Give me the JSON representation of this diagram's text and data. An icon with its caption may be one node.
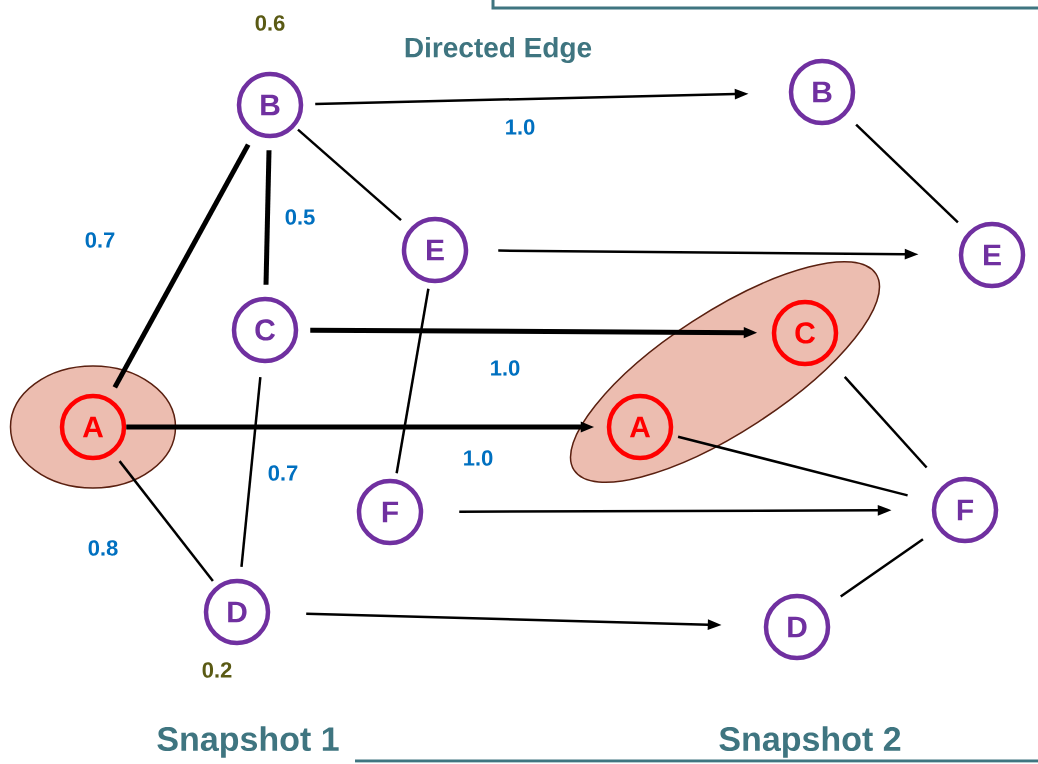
{
  "diagram": {
    "nodes": [
      {
        "text": [
          "B"
        ],
        "beside": [
          "0.6"
        ]
      },
      {
        "text": [
          "E"
        ]
      },
      {
        "text": [
          "C"
        ]
      },
      {
        "text": [],
        "shape": "ellipse"
      },
      {
        "text": [
          "A"
        ],
        "in": 3
      },
      {
        "text": [
          "F"
        ]
      },
      {
        "text": [
          "D"
        ],
        "beside": [
          "0.2"
        ]
      },
      {
        "text": [
          "B"
        ]
      },
      {
        "text": [
          "E"
        ]
      },
      {
        "text": [],
        "shape": "ellipse"
      },
      {
        "text": [
          "C"
        ],
        "in": 9
      },
      {
        "text": [
          "A"
        ],
        "in": 9
      },
      {
        "text": [
          "F"
        ]
      },
      {
        "text": [
          "D"
        ]
      }
    ],
    "edges": [
      {
        "from": 4,
        "to": 0,
        "arrow": "none",
        "label": "0.7",
        "style": "thick"
      },
      {
        "from": 0,
        "to": 2,
        "arrow": "none",
        "label": "0.5",
        "style": "thick"
      },
      {
        "from": 0,
        "to": 1,
        "arrow": "none"
      },
      {
        "from": 1,
        "to": 5,
        "arrow": "none"
      },
      {
        "from": 2,
        "to": 6,
        "arrow": "none",
        "label": "0.7"
      },
      {
        "from": 4,
        "to": 6,
        "arrow": "none",
        "label": "0.8"
      },
      {
        "from": 0,
        "to": 7,
        "arrow": "to",
        "label": "1.0"
      },
      {
        "from": 1,
        "to": 8,
        "arrow": "to"
      },
      {
        "from": 2,
        "to": 10,
        "arrow": "to",
        "label": "1.0",
        "style": "thick"
      },
      {
        "from": 4,
        "to": 11,
        "arrow": "to",
        "label": "1.0",
        "style": "thick"
      },
      {
        "from": 5,
        "to": 12,
        "arrow": "to"
      },
      {
        "from": 6,
        "to": 13,
        "arrow": "to"
      },
      {
        "from": 7,
        "to": 8,
        "arrow": "none"
      },
      {
        "from": 10,
        "to": 12,
        "arrow": "none"
      },
      {
        "from": 11,
        "to": 12,
        "arrow": "none"
      },
      {
        "from": 12,
        "to": 13,
        "arrow": "none"
      }
    ],
    "labels": [
      "Directed Edge",
      "Snapshot 1",
      "Snapshot 2"
    ]
  }
}
